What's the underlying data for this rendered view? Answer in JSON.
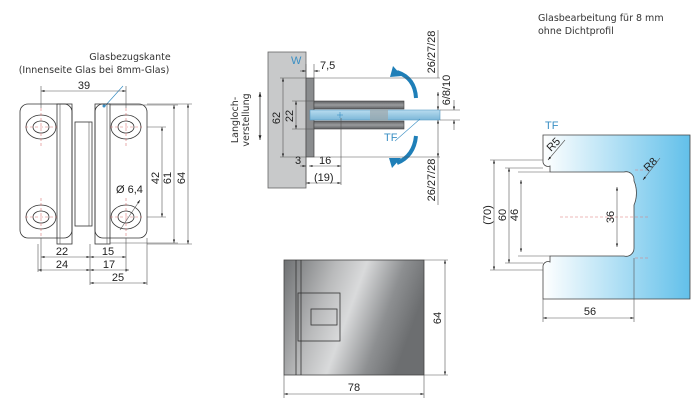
{
  "front_view": {
    "note_line1": "Glasbezugskante",
    "note_line2": "(Innenseite Glas bei 8mm-Glas)",
    "dims": {
      "width_39": "39",
      "height_42": "42",
      "height_61": "61",
      "height_64": "64",
      "hole_diameter": "Ø 6,4",
      "w_22": "22",
      "w_24": "24",
      "w_15": "15",
      "w_17": "17",
      "w_25": "25"
    }
  },
  "side_view": {
    "wall_label": "W",
    "glass_label": "TF",
    "adjust_label_line1": "Langloch-",
    "adjust_label_line2": "verstellung",
    "dims": {
      "d_7_5": "7,5",
      "d_62": "62",
      "d_22": "22",
      "d_3": "3",
      "d_16": "16",
      "d_19": "(19)",
      "d_top": "26/27/28",
      "d_glass": "6/8/10",
      "d_bottom": "26/27/28"
    },
    "accent_color": "#1f7fb8"
  },
  "glass_processing": {
    "note_line1": "Glasbearbeitung für 8 mm",
    "note_line2": "ohne Dichtprofil",
    "glass_label": "TF",
    "dims": {
      "r5": "R5",
      "r8": "R8",
      "d_70": "(70)",
      "d_60": "60",
      "d_46": "46",
      "d_36": "36",
      "d_56": "56"
    },
    "glass_color": "#6cc5ec"
  },
  "top_view": {
    "dims": {
      "width_78": "78",
      "height_64": "64"
    }
  }
}
